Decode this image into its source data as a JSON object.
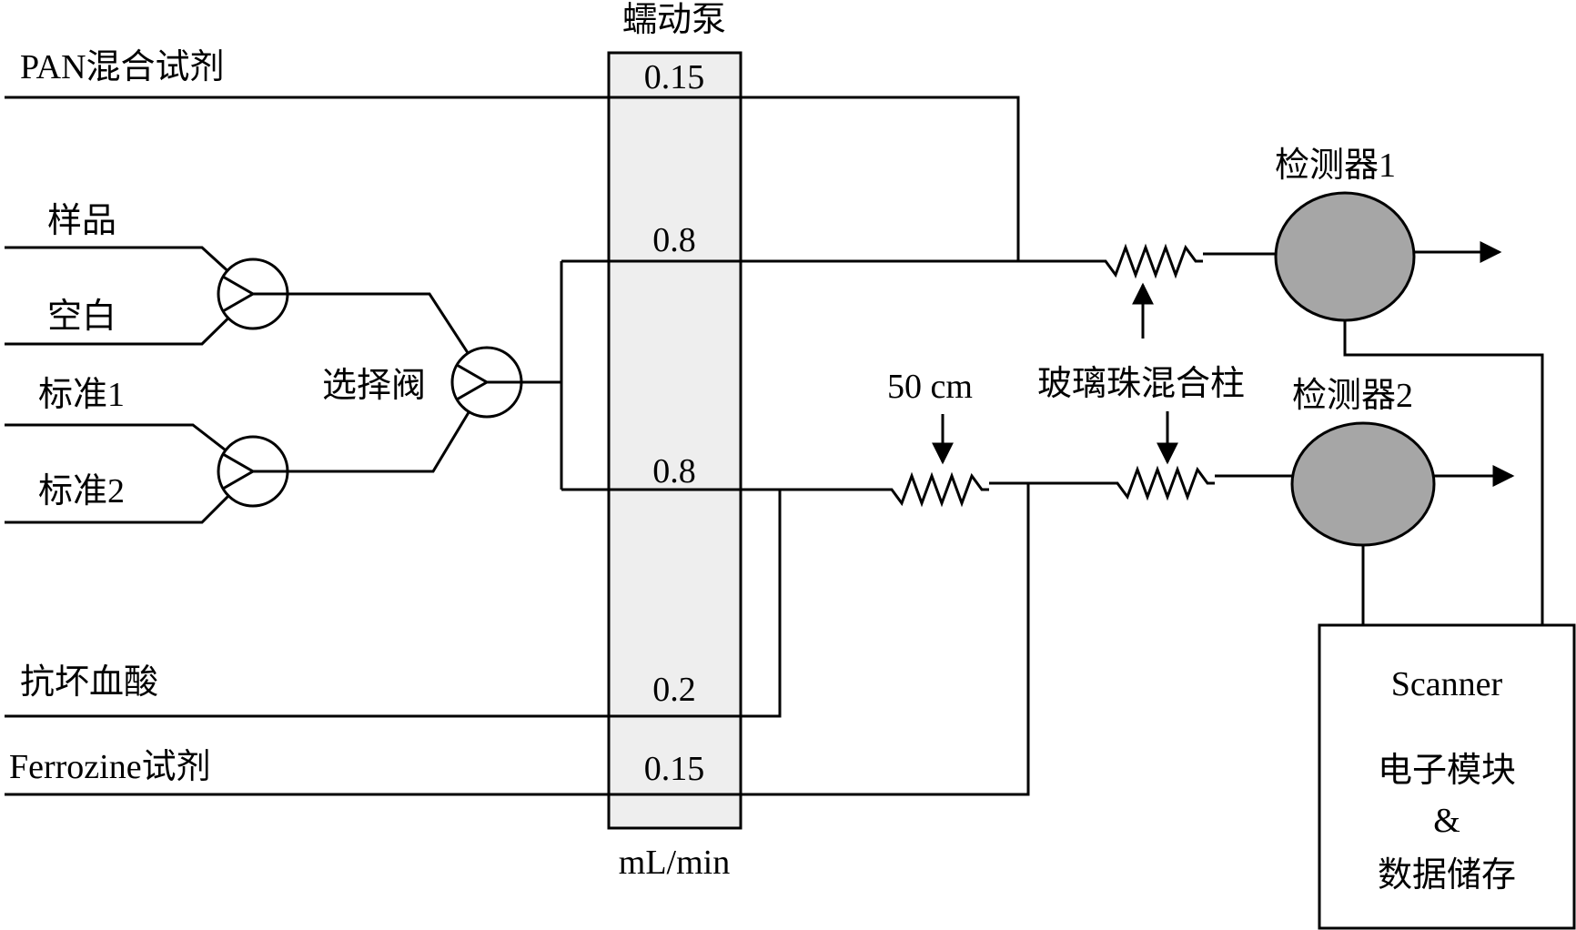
{
  "pump": {
    "title": "蠕动泵",
    "unit": "mL/min",
    "fill": "#eeeeee"
  },
  "flow_rates": {
    "pan": "0.15",
    "carrier1": "0.8",
    "carrier2": "0.8",
    "ascorbic": "0.2",
    "ferrozine": "0.15"
  },
  "reagents": {
    "pan": "PAN混合试剂",
    "sample": "样品",
    "blank": "空白",
    "standard1": "标准1",
    "standard2": "标准2",
    "ascorbic": "抗坏血酸",
    "ferrozine": "Ferrozine试剂"
  },
  "valve": {
    "label": "选择阀"
  },
  "coils": {
    "length_label": "50 cm",
    "mixing_column": "玻璃珠混合柱"
  },
  "detectors": {
    "d1": "检测器1",
    "d2": "检测器2",
    "fill": "#a6a6a6"
  },
  "scanner": {
    "line1": "Scanner",
    "line2": "电子模块",
    "line3": "&",
    "line4": "数据储存"
  }
}
